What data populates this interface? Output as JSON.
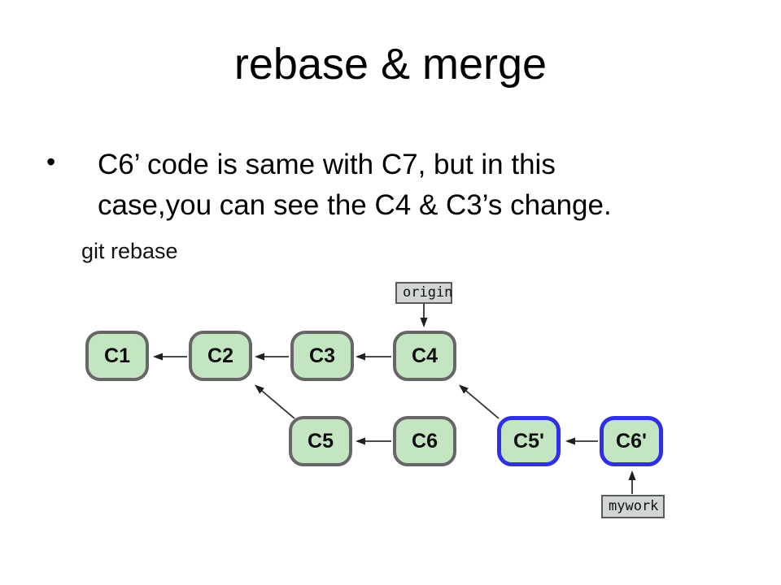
{
  "slide": {
    "title": "rebase & merge",
    "bullet": {
      "marker": "•",
      "line1": "C6’ code is same with C7, but in this",
      "line2": "case,you can see the C4 & C3’s change."
    }
  },
  "diagram": {
    "caption": "git rebase",
    "refs": {
      "origin": "origin",
      "mywork": "mywork"
    },
    "nodes": [
      {
        "id": "C1",
        "label": "C1",
        "highlight": false
      },
      {
        "id": "C2",
        "label": "C2",
        "highlight": false
      },
      {
        "id": "C3",
        "label": "C3",
        "highlight": false
      },
      {
        "id": "C4",
        "label": "C4",
        "highlight": false
      },
      {
        "id": "C5",
        "label": "C5",
        "highlight": false
      },
      {
        "id": "C6",
        "label": "C6",
        "highlight": false
      },
      {
        "id": "C5'",
        "label": "C5'",
        "highlight": true
      },
      {
        "id": "C6'",
        "label": "C6'",
        "highlight": true
      }
    ],
    "edges": [
      {
        "from": "C2",
        "to": "C1"
      },
      {
        "from": "C3",
        "to": "C2"
      },
      {
        "from": "C4",
        "to": "C3"
      },
      {
        "from": "C5",
        "to": "C2"
      },
      {
        "from": "C6",
        "to": "C5"
      },
      {
        "from": "C5'",
        "to": "C4"
      },
      {
        "from": "C6'",
        "to": "C5'"
      },
      {
        "from": "origin",
        "to": "C4"
      },
      {
        "from": "mywork",
        "to": "C6'"
      }
    ],
    "colors": {
      "node_fill": "#c4e5c2",
      "node_border": "#666666",
      "highlight_border": "#2f2fe8",
      "ref_fill": "#d2d6d2",
      "ref_border": "#5a5a5a",
      "edge": "#333333"
    }
  }
}
